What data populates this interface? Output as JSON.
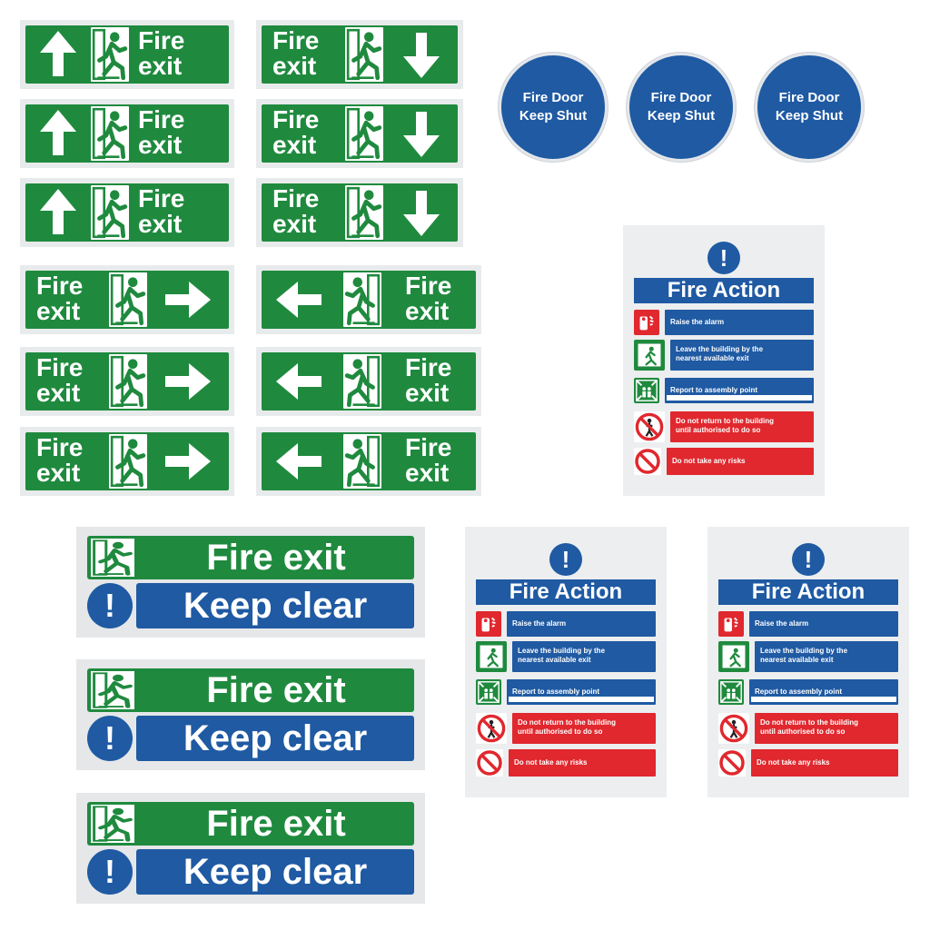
{
  "exit_signs": [
    {
      "line1": "Fire",
      "line2": "exit",
      "direction": "up"
    },
    {
      "line1": "Fire",
      "line2": "exit",
      "direction": "down"
    },
    {
      "line1": "Fire",
      "line2": "exit",
      "direction": "up"
    },
    {
      "line1": "Fire",
      "line2": "exit",
      "direction": "down"
    },
    {
      "line1": "Fire",
      "line2": "exit",
      "direction": "up"
    },
    {
      "line1": "Fire",
      "line2": "exit",
      "direction": "down"
    },
    {
      "line1": "Fire",
      "line2": "exit",
      "direction": "right"
    },
    {
      "line1": "Fire",
      "line2": "exit",
      "direction": "left"
    },
    {
      "line1": "Fire",
      "line2": "exit",
      "direction": "right"
    },
    {
      "line1": "Fire",
      "line2": "exit",
      "direction": "left"
    },
    {
      "line1": "Fire",
      "line2": "exit",
      "direction": "right"
    },
    {
      "line1": "Fire",
      "line2": "exit",
      "direction": "left"
    }
  ],
  "door_signs": [
    {
      "line1": "Fire Door",
      "line2": "Keep Shut"
    },
    {
      "line1": "Fire Door",
      "line2": "Keep Shut"
    },
    {
      "line1": "Fire Door",
      "line2": "Keep Shut"
    }
  ],
  "fire_action": {
    "exclaim": "!",
    "title": "Fire Action",
    "steps": [
      {
        "icon": "alarm-icon",
        "lines": [
          "Raise the alarm"
        ],
        "color": "blue"
      },
      {
        "icon": "running-man-icon",
        "lines": [
          "Leave the building by the",
          "nearest available exit"
        ],
        "color": "blue"
      },
      {
        "icon": "assembly-point-icon",
        "lines": [
          "Report to assembly point"
        ],
        "color": "blue"
      },
      {
        "icon": "no-entry-person-icon",
        "lines": [
          "Do not return to the building",
          "until authorised to do so"
        ],
        "color": "red"
      },
      {
        "icon": "prohibition-icon",
        "lines": [
          "Do not take any risks"
        ],
        "color": "red"
      }
    ]
  },
  "keep_clear_signs": [
    {
      "top": "Fire exit",
      "exclaim": "!",
      "bottom": "Keep clear"
    },
    {
      "top": "Fire exit",
      "exclaim": "!",
      "bottom": "Keep clear"
    },
    {
      "top": "Fire exit",
      "exclaim": "!",
      "bottom": "Keep clear"
    }
  ],
  "colors": {
    "green": "#1f8a3e",
    "blue": "#1f5aa3",
    "red": "#e0282e",
    "white": "#ffffff"
  }
}
